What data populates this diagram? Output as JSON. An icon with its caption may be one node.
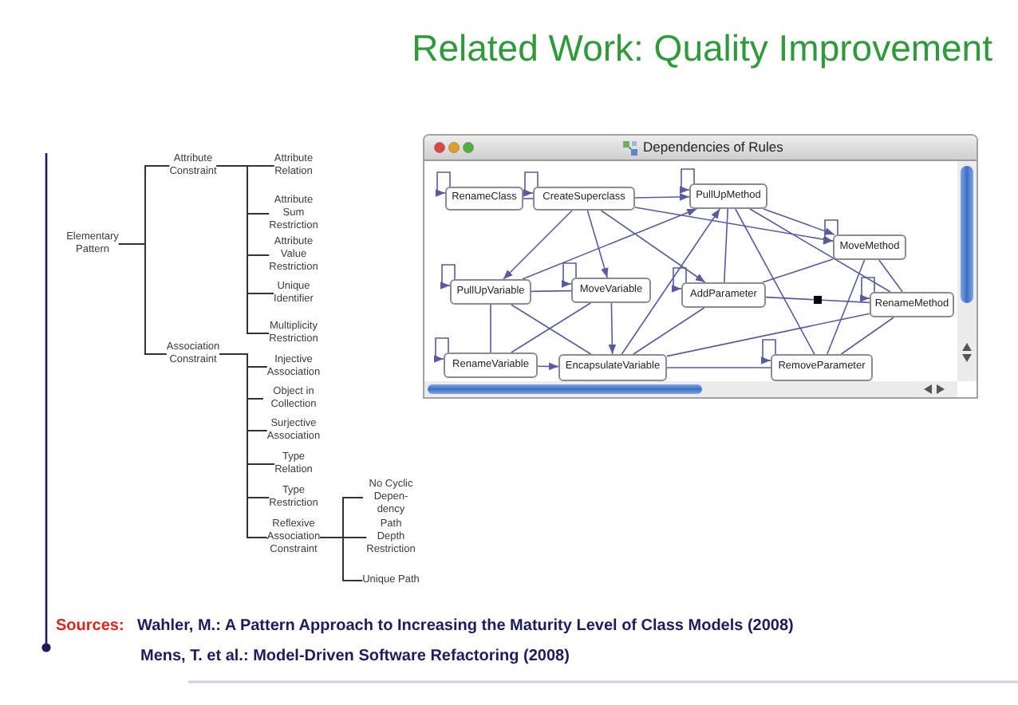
{
  "diagram": {
    "title": "Related Work: Quality Improvement",
    "nodes": [
      {
        "text": [
          "Elementary Pattern"
        ]
      },
      {
        "text": [
          "Attribute Constraint"
        ]
      },
      {
        "text": [
          "Association Constraint"
        ]
      },
      {
        "text": [
          "Attribute Relation"
        ]
      },
      {
        "text": [
          "Attribute Sum Restriction"
        ]
      },
      {
        "text": [
          "Attribute Value Restriction"
        ]
      },
      {
        "text": [
          "Unique Identifier"
        ]
      },
      {
        "text": [
          "Multiplicity Restriction"
        ]
      },
      {
        "text": [
          "Injective Association"
        ]
      },
      {
        "text": [
          "Object in Collection"
        ]
      },
      {
        "text": [
          "Surjective Association"
        ]
      },
      {
        "text": [
          "Type Relation"
        ]
      },
      {
        "text": [
          "Type Restriction"
        ]
      },
      {
        "text": [
          "Reflexive Association Constraint"
        ]
      },
      {
        "text": [
          "No Cyclic Depen- dency"
        ]
      },
      {
        "text": [
          "Path Depth Restriction"
        ]
      },
      {
        "text": [
          "Unique Path"
        ]
      },
      {
        "text": [
          "Dependencies of Rules"
        ]
      },
      {
        "text": [
          "RenameClass"
        ],
        "in": 17
      },
      {
        "text": [
          "CreateSuperclass"
        ],
        "in": 17
      },
      {
        "text": [
          "PullUpMethod"
        ],
        "in": 17
      },
      {
        "text": [
          "MoveMethod"
        ],
        "in": 17
      },
      {
        "text": [
          "PullUpVariable"
        ],
        "in": 17
      },
      {
        "text": [
          "MoveVariable"
        ],
        "in": 17
      },
      {
        "text": [
          "AddParameter"
        ],
        "in": 17
      },
      {
        "text": [
          "RenameMethod"
        ],
        "in": 17
      },
      {
        "text": [
          "RenameVariable"
        ],
        "in": 17
      },
      {
        "text": [
          "EncapsulateVariable"
        ],
        "in": 17
      },
      {
        "text": [
          "RemoveParameter"
        ],
        "in": 17
      }
    ],
    "edges": [
      {
        "from": 0,
        "to": 1,
        "arrow": "none",
        "color": "#333333"
      },
      {
        "from": 0,
        "to": 2,
        "arrow": "none",
        "color": "#333333"
      },
      {
        "from": 1,
        "to": 3,
        "arrow": "none",
        "color": "#333333"
      },
      {
        "from": 1,
        "to": 4,
        "arrow": "none",
        "color": "#333333"
      },
      {
        "from": 1,
        "to": 5,
        "arrow": "none",
        "color": "#333333"
      },
      {
        "from": 1,
        "to": 6,
        "arrow": "none",
        "color": "#333333"
      },
      {
        "from": 1,
        "to": 7,
        "arrow": "none",
        "color": "#333333"
      },
      {
        "from": 2,
        "to": 8,
        "arrow": "none",
        "color": "#333333"
      },
      {
        "from": 2,
        "to": 9,
        "arrow": "none",
        "color": "#333333"
      },
      {
        "from": 2,
        "to": 10,
        "arrow": "none",
        "color": "#333333"
      },
      {
        "from": 2,
        "to": 11,
        "arrow": "none",
        "color": "#333333"
      },
      {
        "from": 2,
        "to": 12,
        "arrow": "none",
        "color": "#333333"
      },
      {
        "from": 2,
        "to": 13,
        "arrow": "none",
        "color": "#333333"
      },
      {
        "from": 13,
        "to": 14,
        "arrow": "none",
        "color": "#333333"
      },
      {
        "from": 13,
        "to": 15,
        "arrow": "none",
        "color": "#333333"
      },
      {
        "from": 13,
        "to": 16,
        "arrow": "none",
        "color": "#333333"
      },
      {
        "from": 18,
        "to": 19,
        "arrow": "none"
      },
      {
        "from": 19,
        "to": 20,
        "arrow": "to"
      },
      {
        "from": 19,
        "to": 22,
        "arrow": "to"
      },
      {
        "from": 19,
        "to": 23,
        "arrow": "to"
      },
      {
        "from": 19,
        "to": 24,
        "arrow": "to"
      },
      {
        "from": 19,
        "to": 21,
        "arrow": "to"
      },
      {
        "from": 20,
        "to": 21,
        "arrow": "to"
      },
      {
        "from": 22,
        "to": 20,
        "arrow": "to"
      },
      {
        "from": 22,
        "to": 23,
        "arrow": "none"
      },
      {
        "from": 22,
        "to": 26,
        "arrow": "none"
      },
      {
        "from": 22,
        "to": 27,
        "arrow": "none"
      },
      {
        "from": 23,
        "to": 27,
        "arrow": "to"
      },
      {
        "from": 26,
        "to": 23,
        "arrow": "none"
      },
      {
        "from": 26,
        "to": 27,
        "arrow": "to"
      },
      {
        "from": 27,
        "to": 20,
        "arrow": "to"
      },
      {
        "from": 27,
        "to": 24,
        "arrow": "none"
      },
      {
        "from": 27,
        "to": 28,
        "arrow": "none"
      },
      {
        "from": 27,
        "to": 25,
        "arrow": "none"
      },
      {
        "from": 24,
        "to": 25,
        "arrow": "none"
      },
      {
        "from": 24,
        "to": 21,
        "arrow": "none"
      },
      {
        "from": 20,
        "to": 24,
        "arrow": "none"
      },
      {
        "from": 20,
        "to": 28,
        "arrow": "none"
      },
      {
        "from": 20,
        "to": 25,
        "arrow": "none"
      },
      {
        "from": 21,
        "to": 28,
        "arrow": "none"
      },
      {
        "from": 21,
        "to": 25,
        "arrow": "none"
      },
      {
        "from": 25,
        "to": 28,
        "arrow": "none"
      },
      {
        "from": 18,
        "to": 18,
        "arrow": "to"
      },
      {
        "from": 19,
        "to": 19,
        "arrow": "to"
      },
      {
        "from": 20,
        "to": 20,
        "arrow": "to"
      },
      {
        "from": 21,
        "to": 21,
        "arrow": "to"
      },
      {
        "from": 22,
        "to": 22,
        "arrow": "to"
      },
      {
        "from": 23,
        "to": 23,
        "arrow": "to"
      },
      {
        "from": 24,
        "to": 24,
        "arrow": "to"
      },
      {
        "from": 25,
        "to": 25,
        "arrow": "to"
      },
      {
        "from": 26,
        "to": 26,
        "arrow": "to"
      },
      {
        "from": 28,
        "to": 28,
        "arrow": "to"
      }
    ],
    "labels": [
      "Sources:",
      "Wahler, M.: A Pattern Approach to Increasing the Maturity Level of Class Models (2008)",
      "Mens, T. et al.: Model-Driven Software Refactoring (2008)"
    ]
  }
}
